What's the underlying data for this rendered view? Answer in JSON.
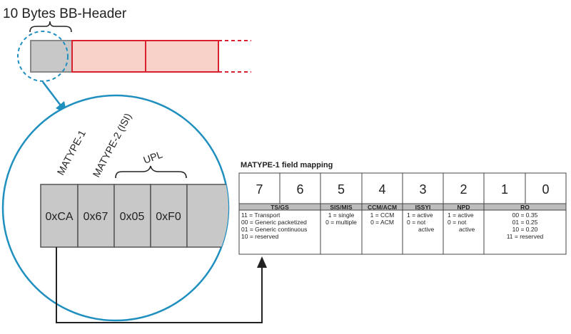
{
  "header": {
    "title": "10 Bytes BB-Header"
  },
  "zoom": {
    "label_matype1": "MATYPE-1",
    "label_matype2": "MATYPE-2 (ISI)",
    "label_upl": "UPL",
    "bytes": [
      "0xCA",
      "0x67",
      "0x05",
      "0xF0"
    ]
  },
  "mapping": {
    "title": "MATYPE-1 field mapping",
    "bits": [
      "7",
      "6",
      "5",
      "4",
      "3",
      "2",
      "1",
      "0"
    ],
    "fields": [
      {
        "name": "TS/GS",
        "lines": [
          "11 = Transport",
          "00 = Generic packetized",
          "01 = Generic continuous",
          "10 = reserved"
        ]
      },
      {
        "name": "SIS/MIS",
        "lines": [
          "1 = single",
          "0 = multiple"
        ]
      },
      {
        "name": "CCM/ACM",
        "lines": [
          "1 = CCM",
          "0 = ACM"
        ]
      },
      {
        "name": "ISSYI",
        "lines": [
          "1 = active",
          "0 = not",
          "active"
        ]
      },
      {
        "name": "NPD",
        "lines": [
          "1 = active",
          "0 = not",
          "active"
        ]
      },
      {
        "name": "RO",
        "lines": [
          "00 = 0.35",
          "01 = 0.25",
          "10 = 0.20",
          "11 = reserved"
        ]
      }
    ]
  },
  "colors": {
    "accent": "#1f8fbf",
    "header_fill": "#f8d2c8",
    "header_stroke": "#d8202f",
    "byte_fill": "#c8c8c8",
    "field_fill": "#bdbdbd"
  }
}
